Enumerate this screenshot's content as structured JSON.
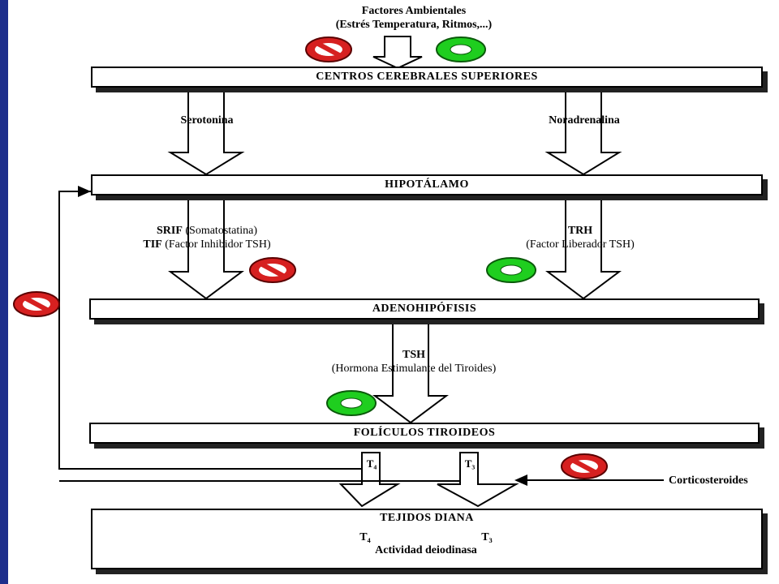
{
  "env": {
    "title": "Factores Ambientales",
    "subtitle": "(Estrés Temperatura, Ritmos,...)"
  },
  "boxes": {
    "centros": "CENTROS CEREBRALES SUPERIORES",
    "hipotalamo": "HIPOTÁLAMO",
    "adeno": "ADENOHIPÓFISIS",
    "foliculos": "FOLÍCULOS TIROIDEOS",
    "tejidos": "TEJIDOS DIANA"
  },
  "labels": {
    "serotonina": "Serotonina",
    "noradrenalina": "Noradrenalina",
    "srif_bold": "SRIF",
    "srif_rest": " (Somatostatina)",
    "tif_bold": "TIF",
    "tif_rest": " (Factor Inhibidor TSH)",
    "trh": "TRH",
    "trh_sub": "(Factor Liberador TSH)",
    "tsh": "TSH",
    "tsh_sub": "(Hormona Estimulante del Tiroides)",
    "t_left": "T₄",
    "t_right": "T₃",
    "corticosteroides": "Corticosteroides",
    "conversion_from": "T₄",
    "conversion_to": "T₃",
    "actividad": "Actividad deiodinasa"
  },
  "icons": {
    "inhibit": "no-entry-icon",
    "stimulate": "green-ring-icon",
    "inhibit_color": "#d62020",
    "stimulate_color": "#1fce1f",
    "sidebar_color": "#1d2f8c"
  }
}
